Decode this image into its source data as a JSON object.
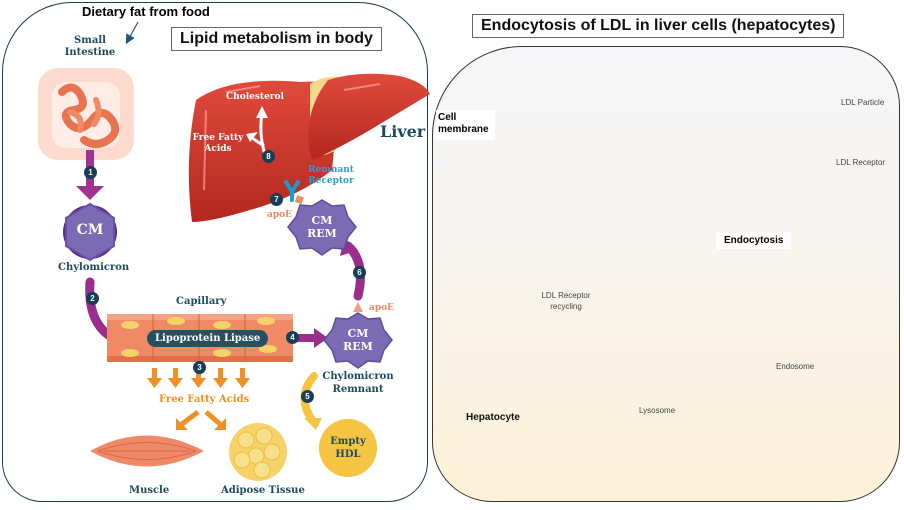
{
  "left_panel": {
    "title": "Lipid metabolism in body",
    "dietary_note": "Dietary fat from food",
    "small_intestine": "Small Intestine",
    "small_intestine_line1": "Small",
    "small_intestine_line2": "Intestine",
    "chylomicron_abbr": "CM",
    "chylomicron": "Chylomicron",
    "capillary": "Capillary",
    "lipoprotein_lipase": "Lipoprotein Lipase",
    "free_fatty_acids": "Free Fatty Acids",
    "muscle": "Muscle",
    "adipose_tissue": "Adipose Tissue",
    "cm_rem_line1": "CM",
    "cm_rem_line2": "REM",
    "chylomicron_remnant_line1": "Chylomicron",
    "chylomicron_remnant_line2": "Remnant",
    "apoe": "apoE",
    "empty_hdl_line1": "Empty",
    "empty_hdl_line2": "HDL",
    "liver": "Liver",
    "cholesterol": "Cholesterol",
    "liver_ffa_line1": "Free Fatty",
    "liver_ffa_line2": "Acids",
    "remnant_receptor_line1": "Remnant",
    "remnant_receptor_line2": "Receptor",
    "steps": [
      "1",
      "2",
      "3",
      "4",
      "5",
      "6",
      "7",
      "8"
    ]
  },
  "right_panel": {
    "title": "Endocytosis of LDL in  liver cells (hepatocytes)",
    "cell_membrane_line1": "Cell",
    "cell_membrane_line2": "membrane",
    "ldl_particle": "LDL Particle",
    "ldl_receptor": "LDL Receptor",
    "endocytosis": "Endocytosis",
    "ldl_receptor_recycling_line1": "LDL Receptor",
    "ldl_receptor_recycling_line2": "recycling",
    "endosome": "Endosome",
    "lysosome": "Lysosome",
    "hepatocyte": "Hepatocyte"
  },
  "colors": {
    "panel_border": "#1d3b4f",
    "label_dark_teal": "#1d4a5c",
    "purple_arrow": "#9b2d8c",
    "cm_purple": "#7b6bb5",
    "orange": "#ef8f24",
    "liver_red": "#c8322c",
    "hdl_yellow": "#f6c443",
    "receptor_blue": "#1a9dd0",
    "cell_blue": "#c8d7ee",
    "ldl_gold": "#d9a441"
  }
}
